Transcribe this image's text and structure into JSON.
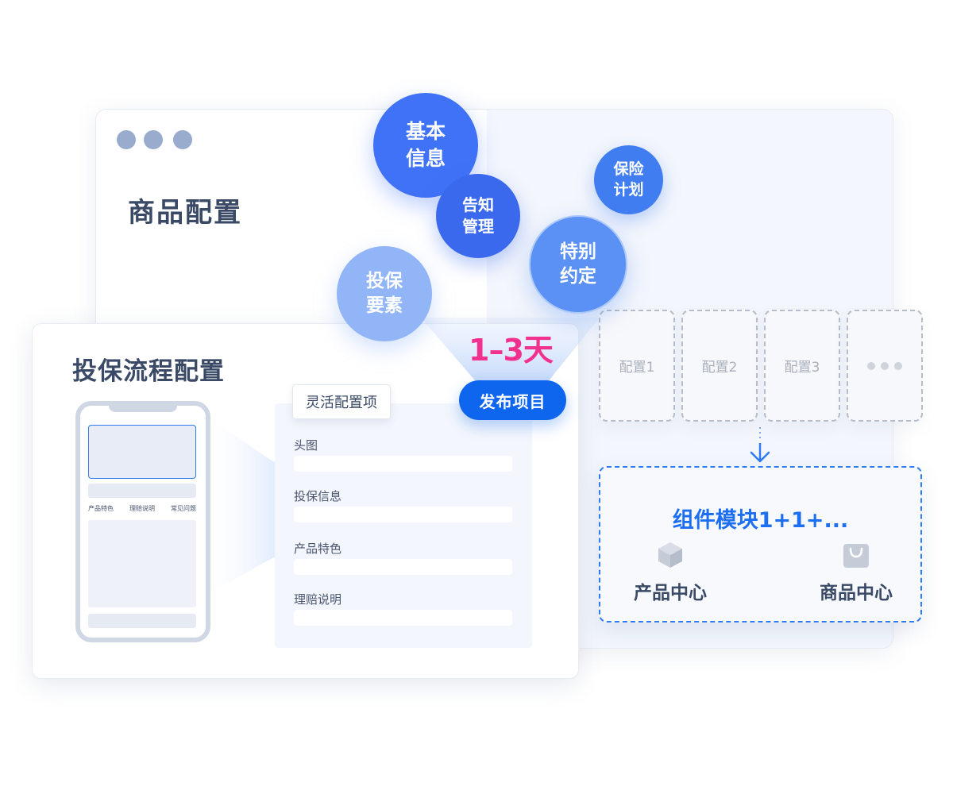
{
  "product_window": {
    "title": "商品配置"
  },
  "bubbles": {
    "basic_info": "基本\n信息",
    "notify_manage": "告知\n管理",
    "insurance_plan": "保险\n计划",
    "special_agreement": "特别\n约定",
    "insure_elements": "投保\n要素"
  },
  "timeline": {
    "days": "1–3天",
    "publish_label": "发布项目"
  },
  "configs": [
    {
      "label": "配置1"
    },
    {
      "label": "配置2"
    },
    {
      "label": "配置3"
    }
  ],
  "components": {
    "title": "组件模块1+1+...",
    "product_center": "产品中心",
    "goods_center": "商品中心"
  },
  "flow_window": {
    "title": "投保流程配置",
    "flex_tag": "灵活配置项",
    "fields": [
      {
        "label": "头图"
      },
      {
        "label": "投保信息"
      },
      {
        "label": "产品特色"
      },
      {
        "label": "理赔说明"
      }
    ],
    "phone_tabs": [
      "产品特色",
      "理赔说明",
      "常见问题"
    ]
  },
  "colors": {
    "accent": "#0f66ee",
    "days": "#f2318e",
    "title_text": "#3a4a66"
  }
}
